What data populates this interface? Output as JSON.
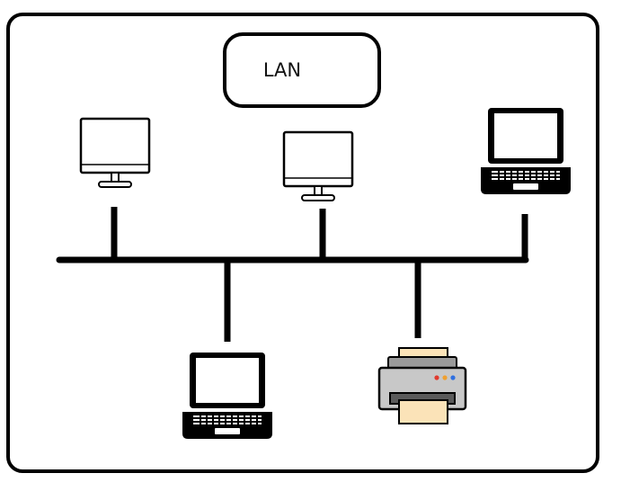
{
  "diagram": {
    "title_box": {
      "label": "LAN"
    },
    "colors": {
      "stroke": "#000000",
      "background": "#ffffff",
      "printer_body": "#c8c8c8",
      "printer_paper": "#fbe3b8",
      "printer_led_red": "#e03a2e",
      "printer_led_orange": "#f0a030",
      "printer_led_blue": "#3070e0"
    },
    "nodes": [
      {
        "id": "desktop-1",
        "type": "desktop",
        "icon": "desktop-monitor-icon"
      },
      {
        "id": "desktop-2",
        "type": "desktop",
        "icon": "desktop-monitor-icon"
      },
      {
        "id": "laptop-1",
        "type": "laptop",
        "icon": "laptop-icon"
      },
      {
        "id": "laptop-2",
        "type": "laptop",
        "icon": "laptop-icon"
      },
      {
        "id": "printer-1",
        "type": "printer",
        "icon": "printer-icon"
      }
    ],
    "topology": "bus"
  }
}
